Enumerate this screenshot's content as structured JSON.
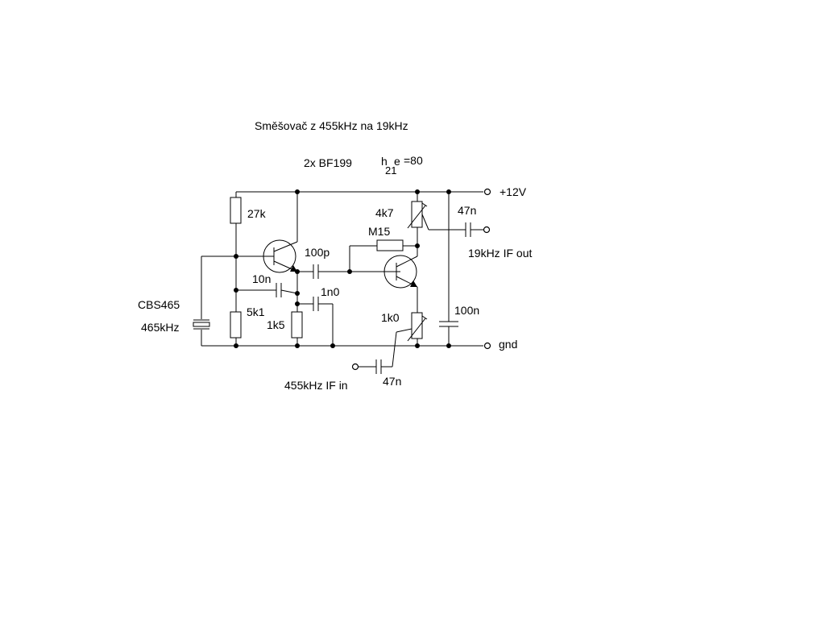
{
  "title": "Směšovač z 455kHz na 19kHz",
  "transistor_note": "2x BF199",
  "h21e": {
    "h": "h",
    "sub": "21",
    "e": "e",
    "value": "=80"
  },
  "labels": {
    "r27k": "27k",
    "r4k7": "4k7",
    "c47n_out": "47n",
    "rM15": "M15",
    "c100p": "100p",
    "out_if": "19kHz IF out",
    "c10n": "10n",
    "c1n0": "1n0",
    "crystal_name": "CBS465",
    "crystal_freq": "465kHz",
    "r5k1": "5k1",
    "r1k5": "1k5",
    "r1k0": "1k0",
    "c100n": "100n",
    "supply": "+12V",
    "gnd": "gnd",
    "in_if": "455kHz IF in",
    "c47n_in": "47n"
  }
}
